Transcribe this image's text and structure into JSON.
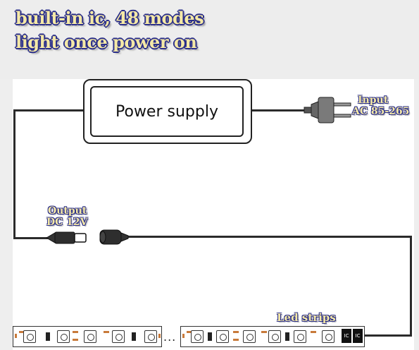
{
  "header": {
    "line1": "built-in ic, 48 modes",
    "line2": "light once power on"
  },
  "diagram": {
    "power_supply_label": "Power supply",
    "input_label_line1": "Input",
    "input_label_line2": "AC 85-265",
    "output_label_line1": "Output",
    "output_label_line2": "DC 12V",
    "led_strip_label": "Led strips",
    "ellipsis": "...",
    "ic_label": "IC"
  },
  "colors": {
    "header_text": "#f5e9a6",
    "header_outline": "#2b2f8a",
    "wire": "#2b2b2b",
    "solder_pad": "#c87a3a"
  }
}
